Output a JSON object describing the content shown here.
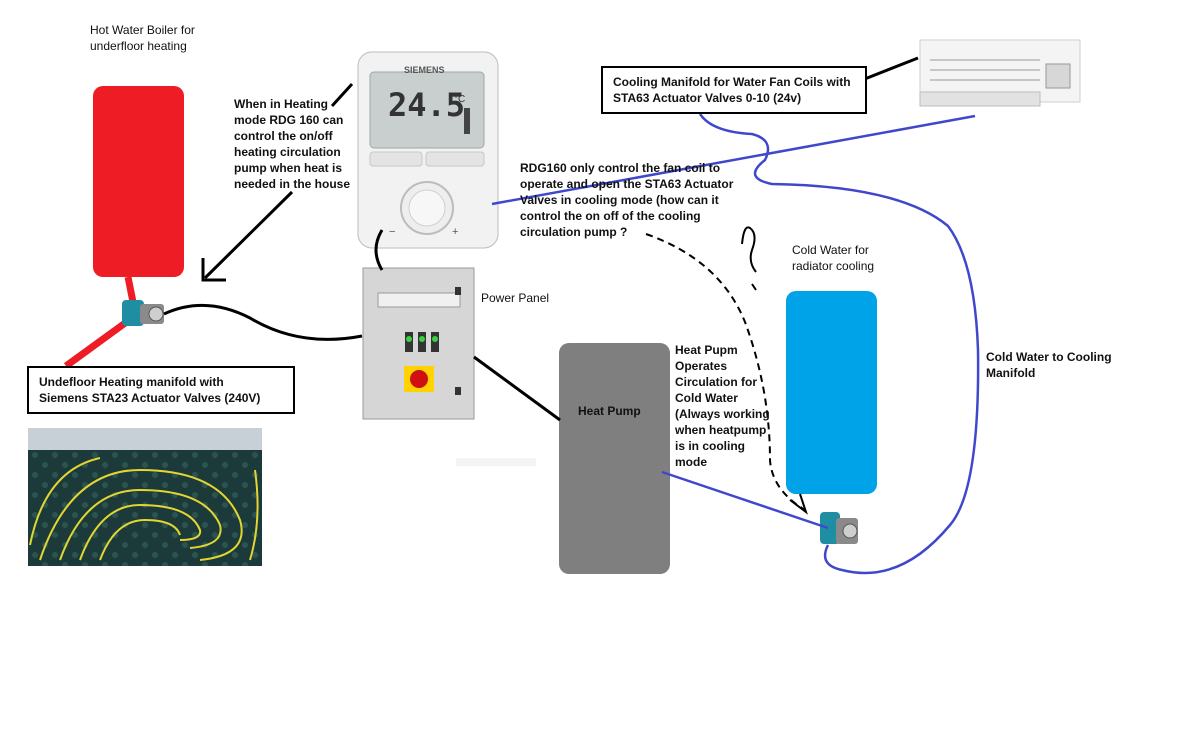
{
  "colors": {
    "boiler": "#ee1c24",
    "cold_tank": "#00a2e8",
    "heat_pump": "#7f7f7f",
    "blue_wire": "#3f48cc",
    "black_wire": "#000000",
    "red_pipe": "#ee1c24",
    "pump_body": "#1f8ea3"
  },
  "labels": {
    "hot_water_boiler": "Hot Water Boiler for\nunderfloor heating",
    "heating_mode_note": "When in Heating\nmode RDG 160 can\ncontrol the on/off\nheating circulation\npump when heat is\nneeded in the house",
    "cooling_manifold": "Cooling Manifold for Water Fan Coils with\nSTA63 Actuator Valves 0-10 (24v)",
    "rdg160_question": "RDG160 only control the fan coil to\noperate and open the STA63 Actuator\nValves in cooling mode (how can it\ncontrol the on off of the cooling\ncirculation pump ?",
    "cold_water_radiator": "Cold Water for\nradiator cooling",
    "power_panel": "Power Panel",
    "underfloor_manifold": "Undefloor Heating manifold with\nSiemens STA23 Actuator Valves (240V)",
    "heat_pump": "Heat Pump",
    "heat_pump_note": "Heat Pupm\nOperates\nCirculation for\nCold Water\n(Always working\nwhen heatpump\nis in cooling\nmode",
    "cold_water_to_manifold": "Cold Water to Cooling\nManifold"
  },
  "thermostat": {
    "brand": "SIEMENS",
    "display_value": "24.5",
    "unit": "°C",
    "minus": "−",
    "plus": "+"
  }
}
